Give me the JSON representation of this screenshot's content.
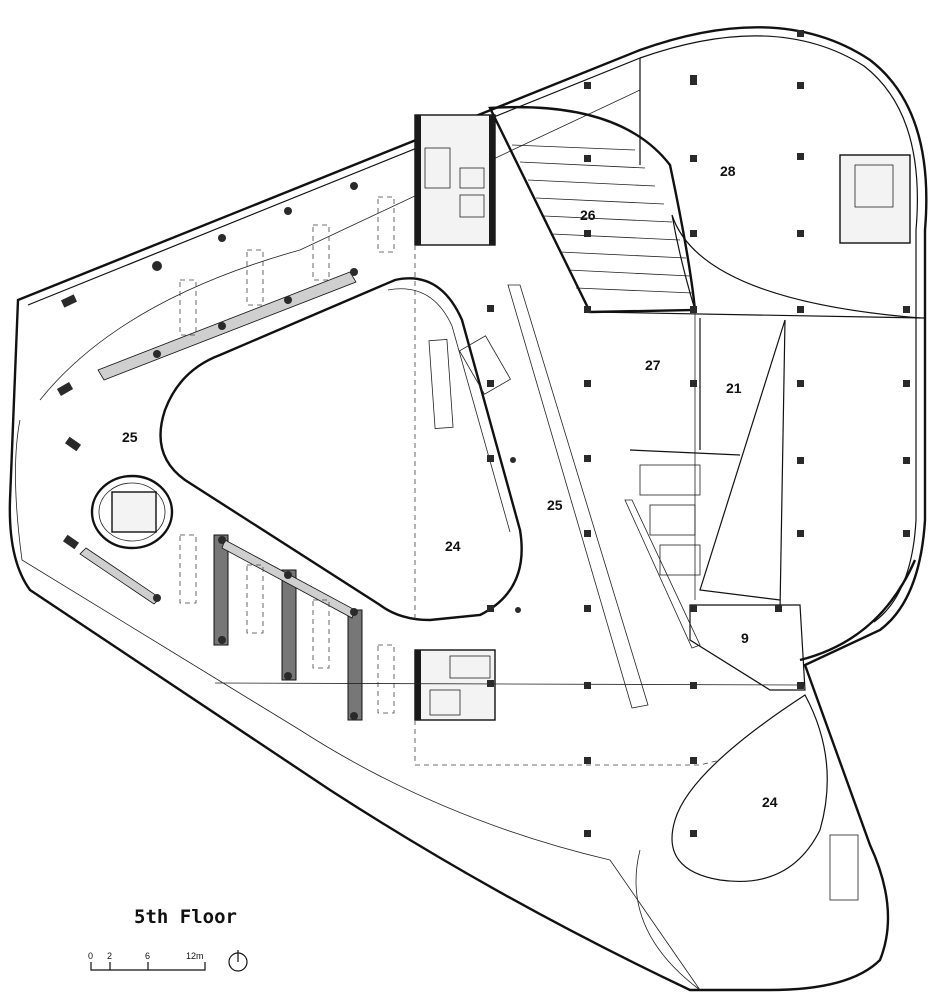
{
  "title": "5th Floor",
  "scale_bar": {
    "ticks": [
      "0",
      "2",
      "6",
      "12m"
    ]
  },
  "rooms": [
    {
      "id": "room-28",
      "label": "28"
    },
    {
      "id": "room-26",
      "label": "26"
    },
    {
      "id": "room-27",
      "label": "27"
    },
    {
      "id": "room-21",
      "label": "21"
    },
    {
      "id": "room-25-west",
      "label": "25"
    },
    {
      "id": "room-25-central",
      "label": "25"
    },
    {
      "id": "room-24-atrium",
      "label": "24"
    },
    {
      "id": "room-9",
      "label": "9"
    },
    {
      "id": "room-24-south",
      "label": "24"
    }
  ]
}
